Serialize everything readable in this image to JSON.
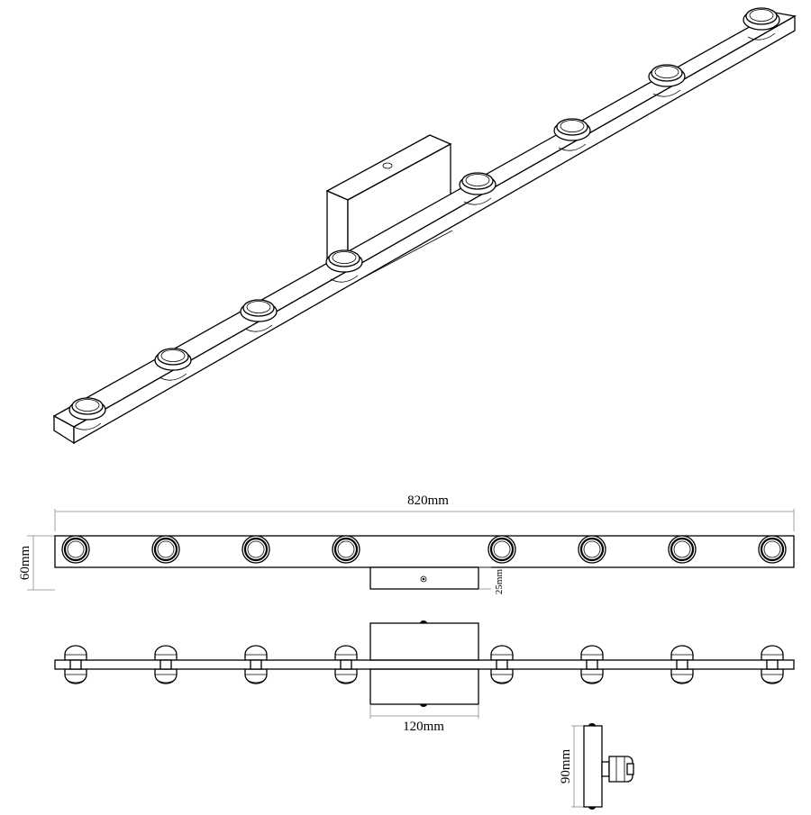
{
  "drawing": {
    "light_count": 8,
    "dimensions": {
      "length": "820mm",
      "height": "60mm",
      "canopy_offset": "25mm",
      "canopy_width": "120mm",
      "depth": "90mm"
    }
  }
}
